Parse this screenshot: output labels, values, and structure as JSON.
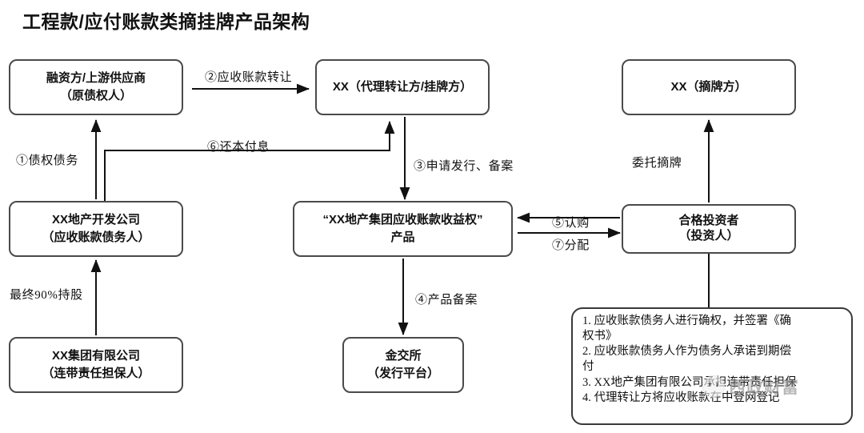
{
  "title": "工程款/应付账款类摘挂牌产品架构",
  "nodes": {
    "financier": {
      "line1": "融资方/上游供应商",
      "line2": "（原债权人）"
    },
    "agent": {
      "line1": "XX（代理转让方/挂牌方）",
      "line2": ""
    },
    "bidder": {
      "line1": "XX（摘牌方）",
      "line2": ""
    },
    "developer": {
      "line1": "XX地产开发公司",
      "line2": "（应收账款债务人）"
    },
    "product": {
      "line1": "“XX地产集团应收账款收益权”",
      "line2": "产品"
    },
    "investor": {
      "line1": "合格投资者",
      "line2": "（投资人）"
    },
    "group": {
      "line1": "XX集团有限公司",
      "line2": "（连带责任担保人）"
    },
    "exchange": {
      "line1": "金交所",
      "line2": "（发行平台）"
    }
  },
  "edges": {
    "e1": "①债权债务",
    "e2": "②应收账款转让",
    "e3": "③申请发行、备案",
    "e4": "④产品备案",
    "e5": "⑤认购",
    "e6": "⑥还本付息",
    "e7": "⑦分配",
    "entrust": "委托摘牌",
    "holding": "最终90%持股"
  },
  "note": {
    "line1": "1. 应收账款债务人进行确权，并签署《确",
    "line2": "权书》",
    "line3": "2. 应收账款债务人作为债务人承诺到期偿",
    "line4": "付",
    "line5": "3. XX地产集团有限公司承担连带责任担保",
    "line6": "4. 代理转让方将应收账款在中登网登记"
  },
  "watermark": {
    "text": "西政财富"
  },
  "colors": {
    "stroke": "#4a4a4a",
    "line": "#111111",
    "text": "#111111",
    "background": "#ffffff"
  }
}
